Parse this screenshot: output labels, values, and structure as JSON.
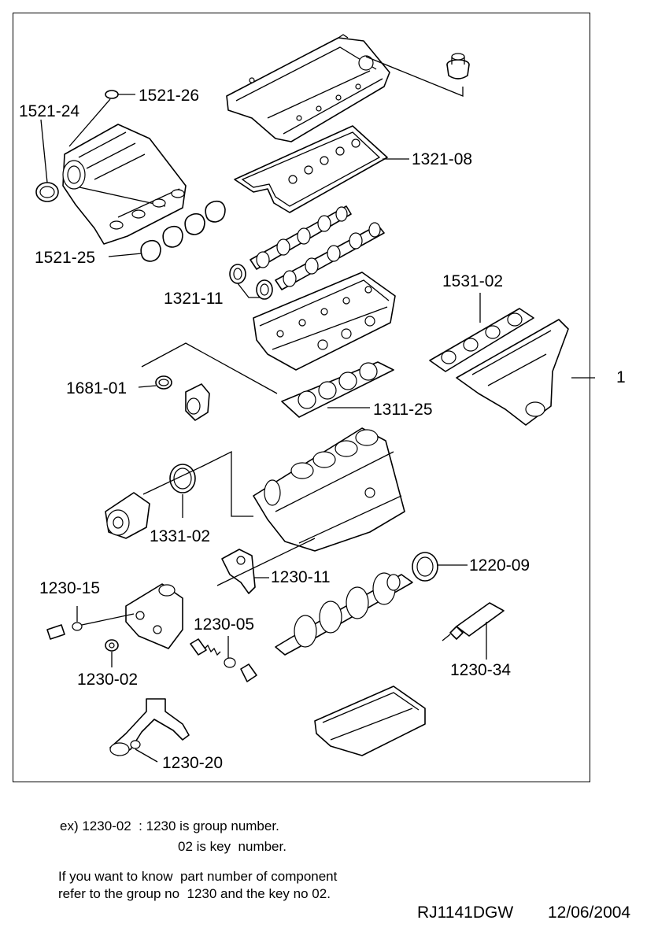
{
  "labels": {
    "p1521_26": "1521-26",
    "p1521_24": "1521-24",
    "p1321_08": "1321-08",
    "p1521_25": "1521-25",
    "p1321_11": "1321-11",
    "p1531_02": "1531-02",
    "p1": "1",
    "p1681_01": "1681-01",
    "p1311_25": "1311-25",
    "p1331_02": "1331-02",
    "p1230_11": "1230-11",
    "p1220_09": "1220-09",
    "p1230_15": "1230-15",
    "p1230_05": "1230-05",
    "p1230_02": "1230-02",
    "p1230_34": "1230-34",
    "p1230_20": "1230-20"
  },
  "notes": {
    "example_line1": "ex) 1230-02  : 1230 is group number.",
    "example_line2": "02 is key  number.",
    "info_line1": "If you want to know  part number of component",
    "info_line2": "refer to the group no  1230 and the key no 02."
  },
  "footer": {
    "drawing_code": "RJ1141DGW",
    "date": "12/06/2004"
  }
}
